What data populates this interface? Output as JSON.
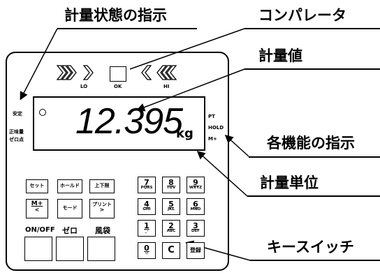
{
  "callouts": {
    "weighing_state": "計量状態の指示",
    "comparator": "コンパレータ",
    "weight_value": "計量値",
    "function_indicators": "各機能の指示",
    "weighing_unit": "計量単位",
    "key_switches": "キースイッチ"
  },
  "comparator": {
    "lo": "LO",
    "ok": "OK",
    "hi": "HI"
  },
  "display": {
    "value": "12.395",
    "unit": "kg",
    "stable": "安定",
    "net_weight": "正味量",
    "zero_point": "ゼロ点",
    "pt": "PT",
    "hold": "HOLD",
    "m_plus": "M+"
  },
  "keys": {
    "set": "セット",
    "hold": "ホールド",
    "limits": "上下限",
    "m_plus": "M+",
    "m_plus_arrow": "<",
    "mode": "モード",
    "print": "プリント",
    "print_arrow": ">",
    "onoff": "ON/OFF",
    "zero": "ゼロ",
    "tare": "風袋",
    "n7": "7",
    "n7_sub": "PQRS",
    "n8": "8",
    "n8_sub": "TUV",
    "n9": "9",
    "n9_sub": "WXYZ",
    "n4": "4",
    "n4_sub": "GHI",
    "n5": "5",
    "n5_sub": "JKL",
    "n6": "6",
    "n6_sub": "MNO",
    "n1": "1",
    "n1_sub": "_-",
    "n2": "2",
    "n2_sub": "ABC",
    "n3": "3",
    "n3_sub": "DEF",
    "n0": "0",
    "n0_sub": "-/",
    "clear": "C",
    "register": "登録"
  }
}
